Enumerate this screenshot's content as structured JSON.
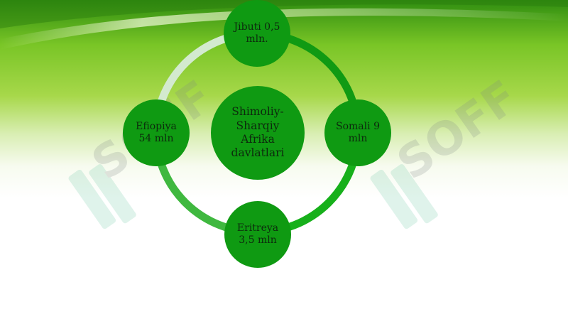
{
  "diagram": {
    "center": {
      "lines": [
        "Shimoliy-",
        "Sharqiy",
        "Afrika",
        "davlatlari"
      ]
    },
    "nodes": {
      "top": {
        "lines": [
          "Jibuti 0,5",
          "mln."
        ]
      },
      "right": {
        "lines": [
          "Somali 9",
          "mln"
        ]
      },
      "bottom": {
        "lines": [
          "Eritreya",
          "3,5 mln"
        ]
      },
      "left": {
        "lines": [
          "Efiopiya",
          "54 mln"
        ]
      }
    }
  },
  "watermark": {
    "text": "SOFF"
  },
  "colors": {
    "node_fill": "#0f9a12",
    "ring_dark": "#12a014",
    "ring_light": "#cfe8cf",
    "background_top": "#3f9c12",
    "background_bottom": "#ffffff"
  }
}
